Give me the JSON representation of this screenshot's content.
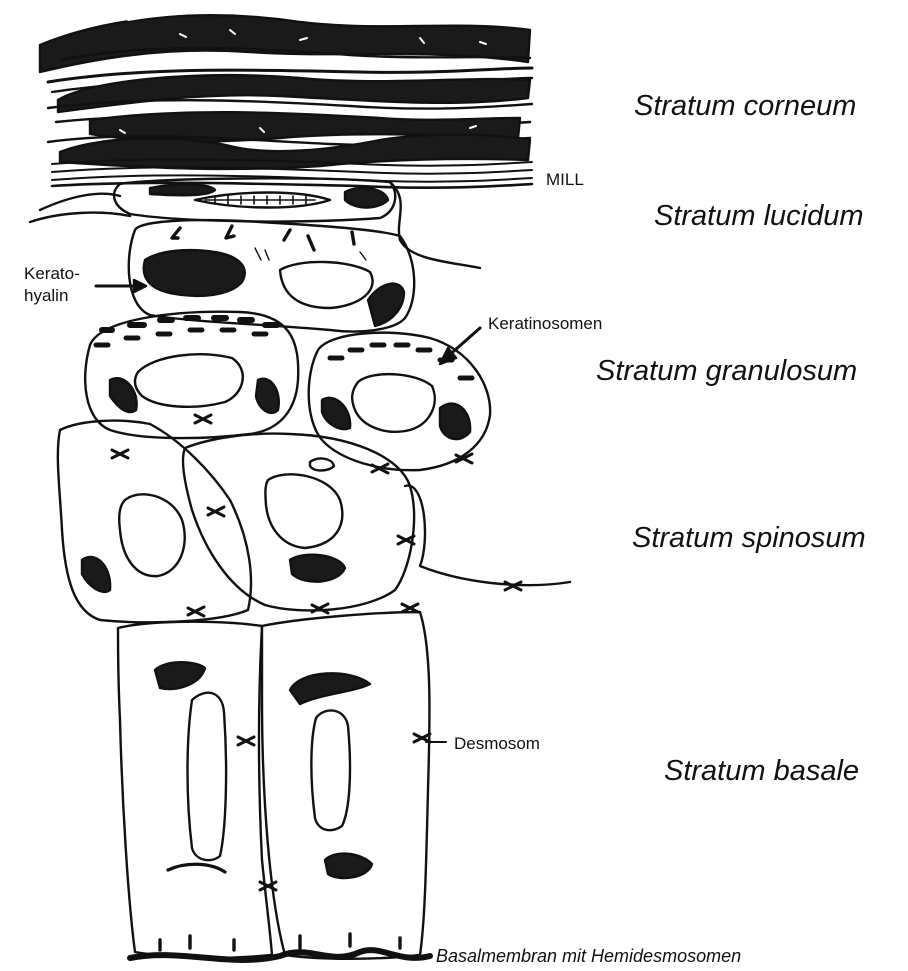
{
  "layers": {
    "corneum": "Stratum corneum",
    "lucidum": "Stratum lucidum",
    "granulosum": "Stratum granulosum",
    "spinosum": "Stratum spinosum",
    "basale": "Stratum basale"
  },
  "annotations": {
    "mill": "MILL",
    "keratohyalin_line1": "Kerato-",
    "keratohyalin_line2": "hyalin",
    "keratinosomen": "Keratinosomen",
    "desmosom": "Desmosom"
  },
  "caption": "Basalmembran mit Hemidesmosomen"
}
